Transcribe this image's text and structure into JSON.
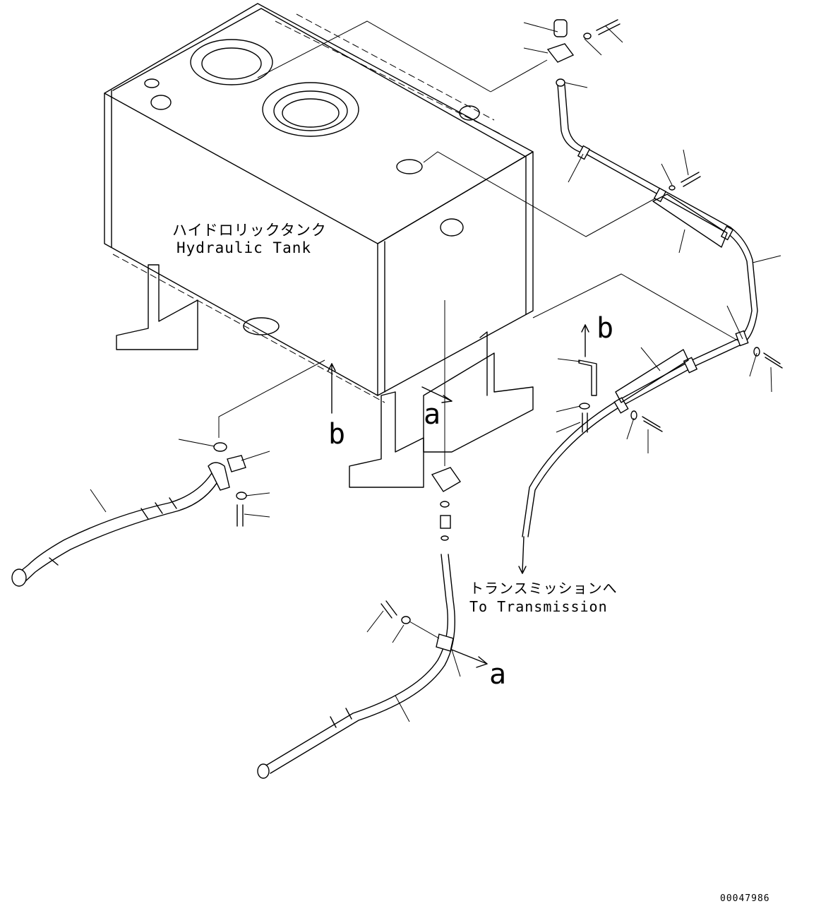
{
  "labels": {
    "tank_jp": "ハイドロリックタンク",
    "tank_en": "Hydraulic Tank",
    "trans_jp": "トランスミッションへ",
    "trans_en": "To Transmission",
    "view_a_1": "a",
    "view_a_2": "a",
    "view_b_1": "b",
    "view_b_2": "b",
    "drawing_number": "00047986"
  },
  "icons": {
    "tank": "hydraulic-tank-icon",
    "hose": "hose-icon",
    "bolt": "bolt-icon",
    "washer": "washer-icon",
    "clamp": "clamp-icon",
    "bracket": "bracket-icon"
  },
  "colors": {
    "line": "#000000",
    "background": "#ffffff"
  }
}
